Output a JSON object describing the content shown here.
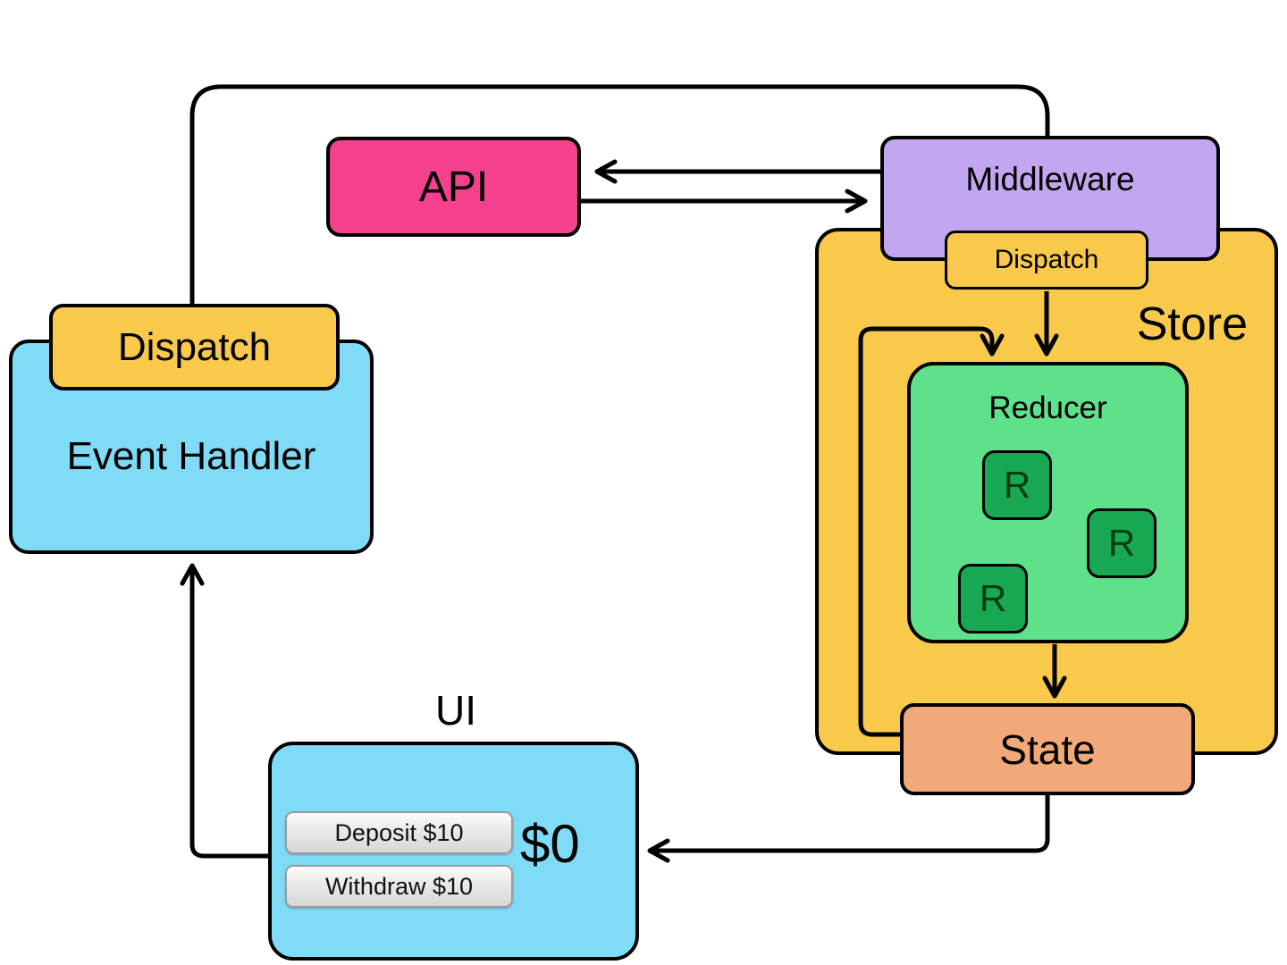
{
  "diagram": {
    "api": {
      "label": "API"
    },
    "middleware": {
      "label": "Middleware"
    },
    "store": {
      "label": "Store",
      "dispatch_label": "Dispatch"
    },
    "reducer": {
      "label": "Reducer",
      "units": [
        "R",
        "R",
        "R"
      ]
    },
    "state": {
      "label": "State"
    },
    "event_handler": {
      "label": "Event Handler",
      "dispatch_label": "Dispatch"
    },
    "ui": {
      "label": "UI",
      "deposit_button": "Deposit $10",
      "withdraw_button": "Withdraw $10",
      "balance": "$0"
    }
  },
  "colors": {
    "api": "#F5418D",
    "middleware": "#C2A7F0",
    "store": "#F8C94A",
    "dispatch": "#F8C94A",
    "reducer": "#5FE08A",
    "reducer_unit": "#17A851",
    "state": "#F1A97A",
    "event_handler": "#80DBF7",
    "ui": "#80DBF7",
    "button_face": "#E9E9E9",
    "arrow": "#000000",
    "background": "#FFFFFF"
  }
}
